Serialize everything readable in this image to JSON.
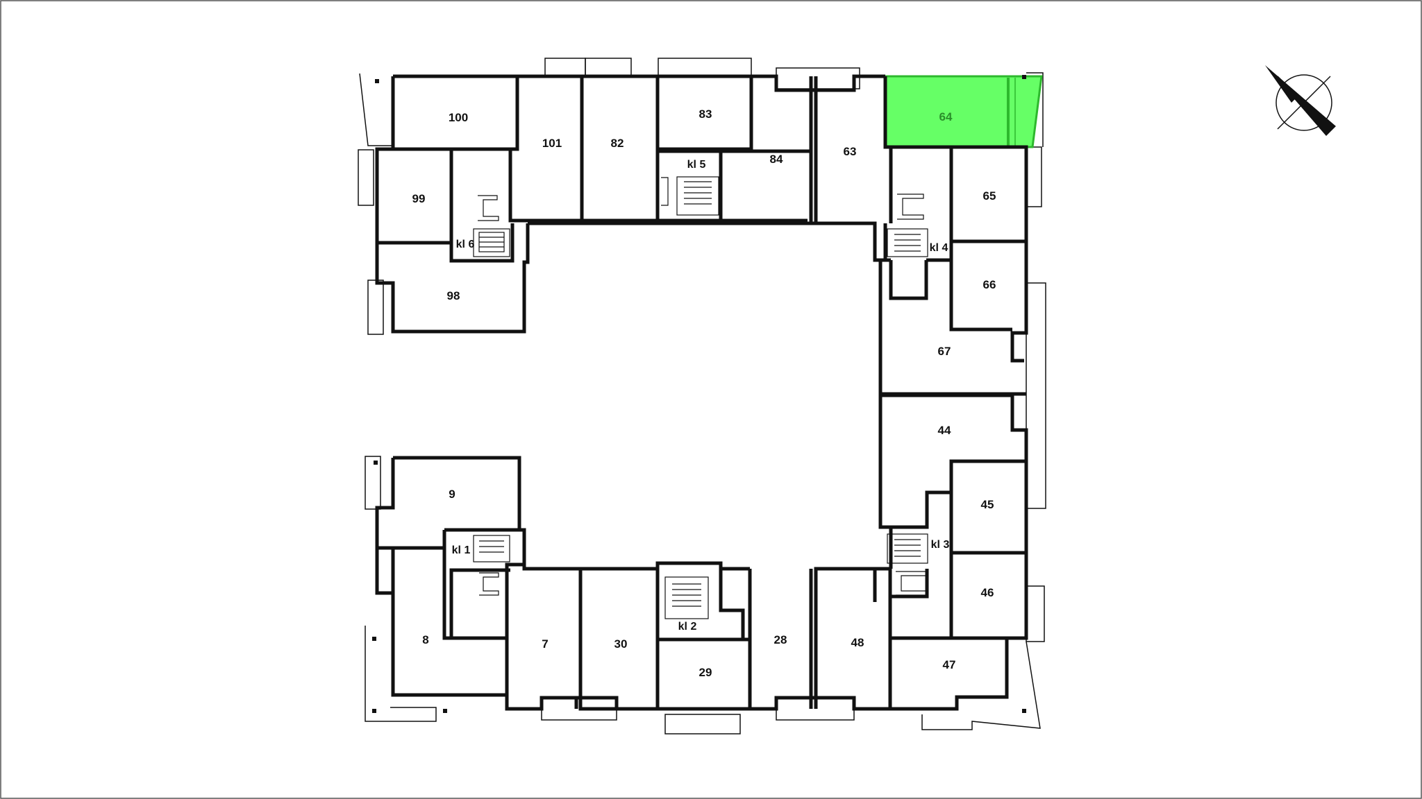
{
  "plan": {
    "highlight_color": "#66ff66",
    "highlight_stroke": "#2db82d",
    "highlighted_unit": "64"
  },
  "units": {
    "u100": "100",
    "u101": "101",
    "u82": "82",
    "u83": "83",
    "u84": "84",
    "u63": "63",
    "u64": "64",
    "u99": "99",
    "u98": "98",
    "u65": "65",
    "u66": "66",
    "u67": "67",
    "u44": "44",
    "u45": "45",
    "u46": "46",
    "u47": "47",
    "u48": "48",
    "u28": "28",
    "u29": "29",
    "u30": "30",
    "u7": "7",
    "u8": "8",
    "u9": "9"
  },
  "stairs": {
    "kl1": "kl 1",
    "kl2": "kl 2",
    "kl3": "kl 3",
    "kl4": "kl 4",
    "kl5": "kl 5",
    "kl6": "kl 6"
  },
  "compass": {
    "icon": "north-arrow-icon"
  }
}
